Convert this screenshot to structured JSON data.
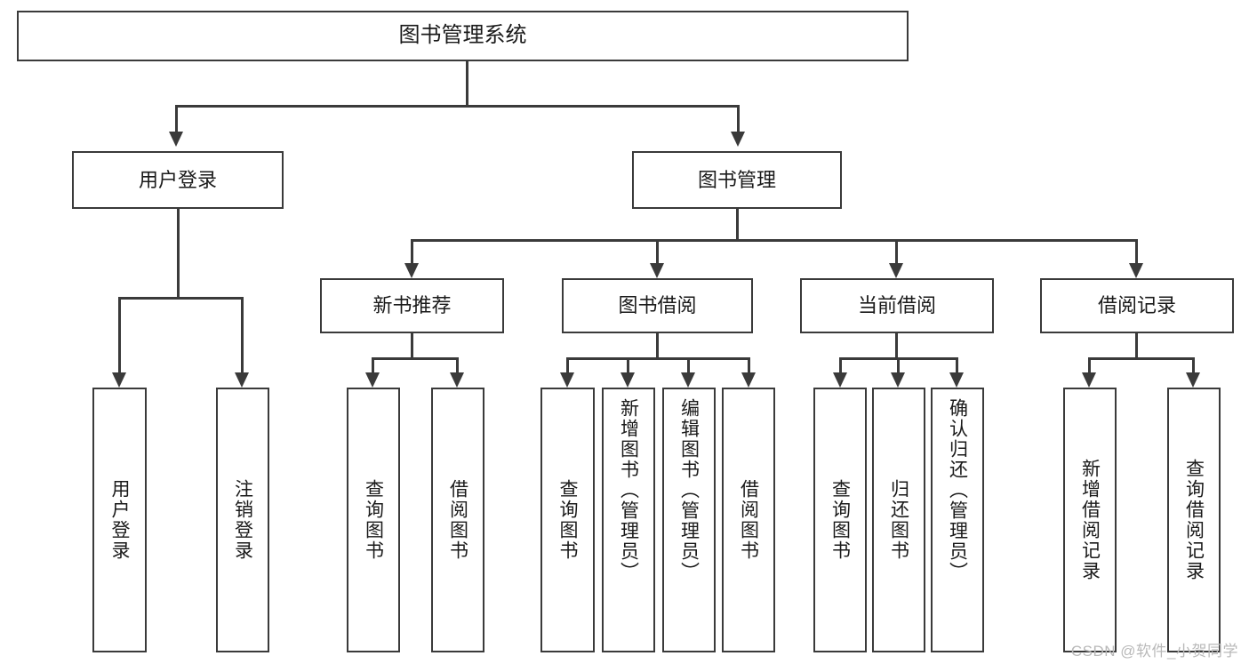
{
  "diagram": {
    "type": "hierarchy-tree",
    "title": "图书管理系统",
    "watermark": "CSDN @软件_小贺同学",
    "colors": {
      "stroke": "#3a3a3a",
      "background": "#ffffff",
      "text": "#1a1a1a",
      "watermark": "#b9b9b9"
    },
    "root": {
      "label": "图书管理系统",
      "children": [
        {
          "label": "用户登录",
          "children": [
            {
              "label": "用户登录"
            },
            {
              "label": "注销登录"
            }
          ]
        },
        {
          "label": "图书管理",
          "children": [
            {
              "label": "新书推荐",
              "children": [
                {
                  "label": "查询图书"
                },
                {
                  "label": "借阅图书"
                }
              ]
            },
            {
              "label": "图书借阅",
              "children": [
                {
                  "label": "查询图书"
                },
                {
                  "label": "新增图书（管理员）"
                },
                {
                  "label": "编辑图书（管理员）"
                },
                {
                  "label": "借阅图书"
                }
              ]
            },
            {
              "label": "当前借阅",
              "children": [
                {
                  "label": "查询图书"
                },
                {
                  "label": "归还图书"
                },
                {
                  "label": "确认归还（管理员）"
                }
              ]
            },
            {
              "label": "借阅记录",
              "children": [
                {
                  "label": "新增借阅记录"
                },
                {
                  "label": "查询借阅记录"
                }
              ]
            }
          ]
        }
      ]
    },
    "nodes": {
      "root": "图书管理系统",
      "user_login_group": "用户登录",
      "book_manage_group": "图书管理",
      "new_book_rec": "新书推荐",
      "book_borrow": "图书借阅",
      "current_borrow": "当前借阅",
      "borrow_record": "借阅记录",
      "leaf_user_login": "用户登录",
      "leaf_user_logout": "注销登录",
      "leaf_rec_query": "查询图书",
      "leaf_rec_borrow": "借阅图书",
      "leaf_borrow_query": "查询图书",
      "leaf_borrow_add": "新增图书（管理员）",
      "leaf_borrow_edit": "编辑图书（管理员）",
      "leaf_borrow_borrow": "借阅图书",
      "leaf_cur_query": "查询图书",
      "leaf_cur_return": "归还图书",
      "leaf_cur_confirm": "确认归还（管理员）",
      "leaf_rec_add": "新增借阅记录",
      "leaf_rec_query2": "查询借阅记录"
    }
  }
}
